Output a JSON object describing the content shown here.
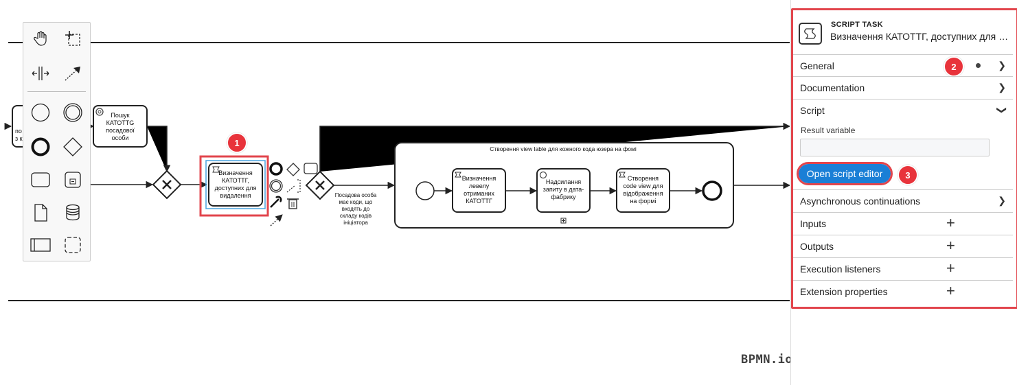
{
  "diagram": {
    "task_search": "Пошук\nКАТОТТG\nпосадової\nособи",
    "task_selected": "Визначення\nКАТОТТГ,\nдоступних для\nвидалення",
    "gateway_label": "Посадова особа\nмає коди, що\nвходять до\nскладу кодів\nініціатора",
    "subprocess_title": "Створення view lable для кожного кода юзера на фомі",
    "task_level": "Визначення\nлевелу\nотриманих\nКАТОТТГ",
    "task_send": "Надсилання\nзапиту в дата-\nфабрику",
    "task_create": "Створення\ncode view для\nвідображення\nна формі",
    "partial_left_1": "по",
    "partial_left_2": "з к"
  },
  "markers": [
    "1",
    "2",
    "3"
  ],
  "palette": {
    "tools": [
      "hand-tool-icon",
      "lasso-tool-icon",
      "space-tool-icon",
      "connect-tool-icon",
      "start-event-icon",
      "intermediate-event-icon",
      "end-event-icon",
      "gateway-icon",
      "task-icon",
      "subprocess-icon",
      "data-object-icon",
      "data-store-icon",
      "pool-icon",
      "group-icon"
    ]
  },
  "panel": {
    "element_type": "SCRIPT TASK",
    "element_name": "Визначення КАТОТТГ, доступних для видалення",
    "groups": {
      "general": "General",
      "documentation": "Documentation",
      "script": "Script",
      "async": "Asynchronous continuations",
      "inputs": "Inputs",
      "outputs": "Outputs",
      "listeners": "Execution listeners",
      "extension": "Extension properties"
    },
    "result_variable_label": "Result variable",
    "result_variable_value": "",
    "open_editor": "Open script editor"
  },
  "logo": "BPMN.io",
  "colors": {
    "marker": "#e8333b",
    "button": "#1a7fd6",
    "highlight": "#e2454c",
    "selection": "#4aa3df"
  }
}
